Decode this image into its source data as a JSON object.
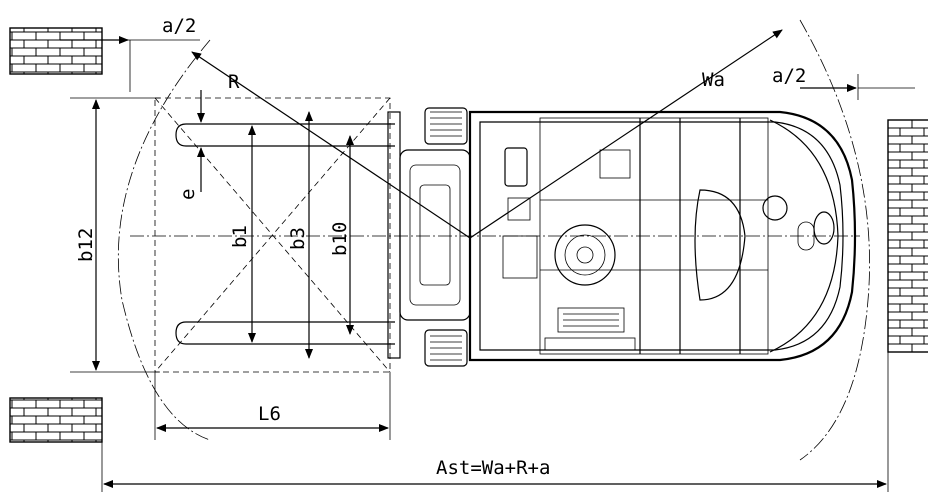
{
  "diagram": {
    "labels": {
      "a_half_left": "a/2",
      "a_half_right": "a/2",
      "R": "R",
      "Wa": "Wa",
      "e": "e",
      "b12": "b12",
      "b1": "b1",
      "b3": "b3",
      "b10": "b10",
      "L6": "L6",
      "Ast": "Ast=Wa+R+a"
    }
  }
}
